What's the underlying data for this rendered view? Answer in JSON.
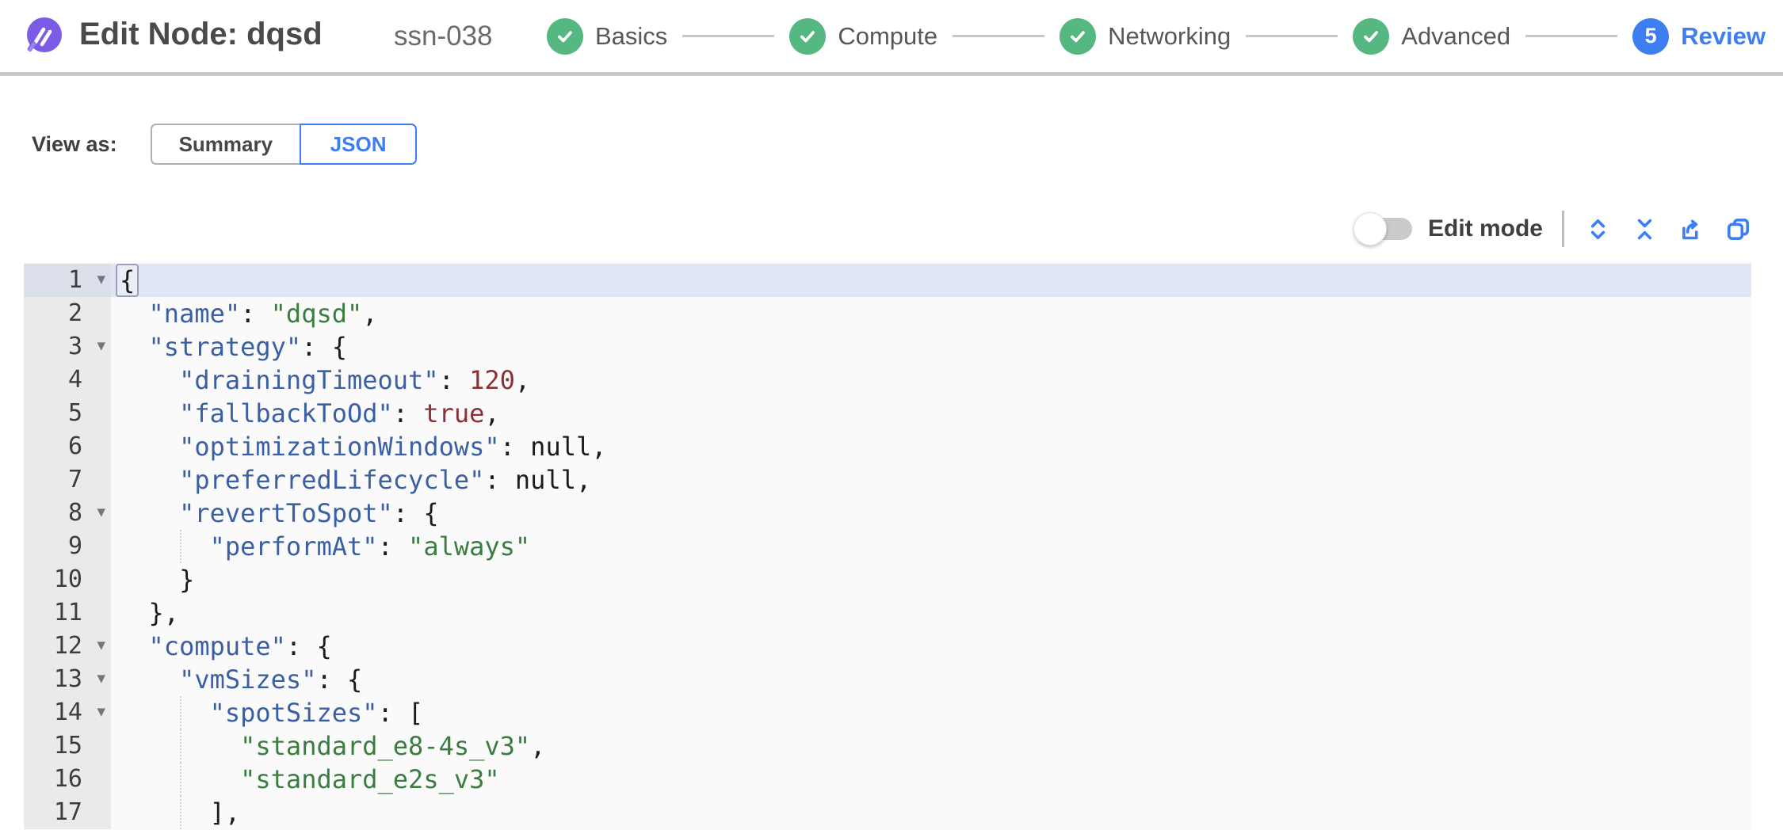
{
  "header": {
    "title": "Edit Node: dqsd",
    "subtitle": "ssn-038",
    "steps": [
      {
        "label": "Basics",
        "state": "complete"
      },
      {
        "label": "Compute",
        "state": "complete"
      },
      {
        "label": "Networking",
        "state": "complete"
      },
      {
        "label": "Advanced",
        "state": "complete"
      },
      {
        "label": "Review",
        "state": "current",
        "number": "5"
      }
    ]
  },
  "view_as": {
    "label": "View as:",
    "options": [
      {
        "label": "Summary",
        "selected": false
      },
      {
        "label": "JSON",
        "selected": true
      }
    ]
  },
  "editor_toolbar": {
    "edit_mode_label": "Edit mode",
    "edit_mode_on": false,
    "icons": [
      "expand-all-icon",
      "collapse-all-icon",
      "export-icon",
      "copy-icon"
    ]
  },
  "colors": {
    "brand_purple": "#7d5ce5",
    "success_green": "#56b881",
    "accent_blue": "#3d7ff2",
    "editor_bg": "#fafafa",
    "gutter_bg": "#eaeaea",
    "active_line": "#dfe5f2",
    "syntax_key": "#3b5fa4",
    "syntax_string": "#3b7c40",
    "syntax_number": "#8d3032"
  },
  "editor": {
    "lines": [
      {
        "num": 1,
        "indent": 0,
        "fold": true,
        "active": true,
        "guide": false,
        "tokens": [
          {
            "c": "p",
            "v": "{",
            "hl": true
          }
        ]
      },
      {
        "num": 2,
        "indent": 2,
        "fold": false,
        "active": false,
        "guide": false,
        "tokens": [
          {
            "c": "k",
            "v": "\"name\""
          },
          {
            "c": "p",
            "v": ": "
          },
          {
            "c": "s",
            "v": "\"dqsd\""
          },
          {
            "c": "p",
            "v": ","
          }
        ]
      },
      {
        "num": 3,
        "indent": 2,
        "fold": true,
        "active": false,
        "guide": false,
        "tokens": [
          {
            "c": "k",
            "v": "\"strategy\""
          },
          {
            "c": "p",
            "v": ": {"
          }
        ]
      },
      {
        "num": 4,
        "indent": 4,
        "fold": false,
        "active": false,
        "guide": false,
        "tokens": [
          {
            "c": "k",
            "v": "\"drainingTimeout\""
          },
          {
            "c": "p",
            "v": ": "
          },
          {
            "c": "n",
            "v": "120"
          },
          {
            "c": "p",
            "v": ","
          }
        ]
      },
      {
        "num": 5,
        "indent": 4,
        "fold": false,
        "active": false,
        "guide": false,
        "tokens": [
          {
            "c": "k",
            "v": "\"fallbackToOd\""
          },
          {
            "c": "p",
            "v": ": "
          },
          {
            "c": "n",
            "v": "true"
          },
          {
            "c": "p",
            "v": ","
          }
        ]
      },
      {
        "num": 6,
        "indent": 4,
        "fold": false,
        "active": false,
        "guide": false,
        "tokens": [
          {
            "c": "k",
            "v": "\"optimizationWindows\""
          },
          {
            "c": "p",
            "v": ": "
          },
          {
            "c": "u",
            "v": "null"
          },
          {
            "c": "p",
            "v": ","
          }
        ]
      },
      {
        "num": 7,
        "indent": 4,
        "fold": false,
        "active": false,
        "guide": false,
        "tokens": [
          {
            "c": "k",
            "v": "\"preferredLifecycle\""
          },
          {
            "c": "p",
            "v": ": "
          },
          {
            "c": "u",
            "v": "null"
          },
          {
            "c": "p",
            "v": ","
          }
        ]
      },
      {
        "num": 8,
        "indent": 4,
        "fold": true,
        "active": false,
        "guide": false,
        "tokens": [
          {
            "c": "k",
            "v": "\"revertToSpot\""
          },
          {
            "c": "p",
            "v": ": {"
          }
        ]
      },
      {
        "num": 9,
        "indent": 6,
        "fold": false,
        "active": false,
        "guide": true,
        "tokens": [
          {
            "c": "k",
            "v": "\"performAt\""
          },
          {
            "c": "p",
            "v": ": "
          },
          {
            "c": "s",
            "v": "\"always\""
          }
        ]
      },
      {
        "num": 10,
        "indent": 4,
        "fold": false,
        "active": false,
        "guide": false,
        "tokens": [
          {
            "c": "p",
            "v": "}"
          }
        ]
      },
      {
        "num": 11,
        "indent": 2,
        "fold": false,
        "active": false,
        "guide": false,
        "tokens": [
          {
            "c": "p",
            "v": "},"
          }
        ]
      },
      {
        "num": 12,
        "indent": 2,
        "fold": true,
        "active": false,
        "guide": false,
        "tokens": [
          {
            "c": "k",
            "v": "\"compute\""
          },
          {
            "c": "p",
            "v": ": {"
          }
        ]
      },
      {
        "num": 13,
        "indent": 4,
        "fold": true,
        "active": false,
        "guide": false,
        "tokens": [
          {
            "c": "k",
            "v": "\"vmSizes\""
          },
          {
            "c": "p",
            "v": ": {"
          }
        ]
      },
      {
        "num": 14,
        "indent": 6,
        "fold": true,
        "active": false,
        "guide": true,
        "tokens": [
          {
            "c": "k",
            "v": "\"spotSizes\""
          },
          {
            "c": "p",
            "v": ": ["
          }
        ]
      },
      {
        "num": 15,
        "indent": 8,
        "fold": false,
        "active": false,
        "guide": true,
        "tokens": [
          {
            "c": "s",
            "v": "\"standard_e8-4s_v3\""
          },
          {
            "c": "p",
            "v": ","
          }
        ]
      },
      {
        "num": 16,
        "indent": 8,
        "fold": false,
        "active": false,
        "guide": true,
        "tokens": [
          {
            "c": "s",
            "v": "\"standard_e2s_v3\""
          }
        ]
      },
      {
        "num": 17,
        "indent": 6,
        "fold": false,
        "active": false,
        "guide": true,
        "tokens": [
          {
            "c": "p",
            "v": "],"
          }
        ]
      }
    ]
  }
}
